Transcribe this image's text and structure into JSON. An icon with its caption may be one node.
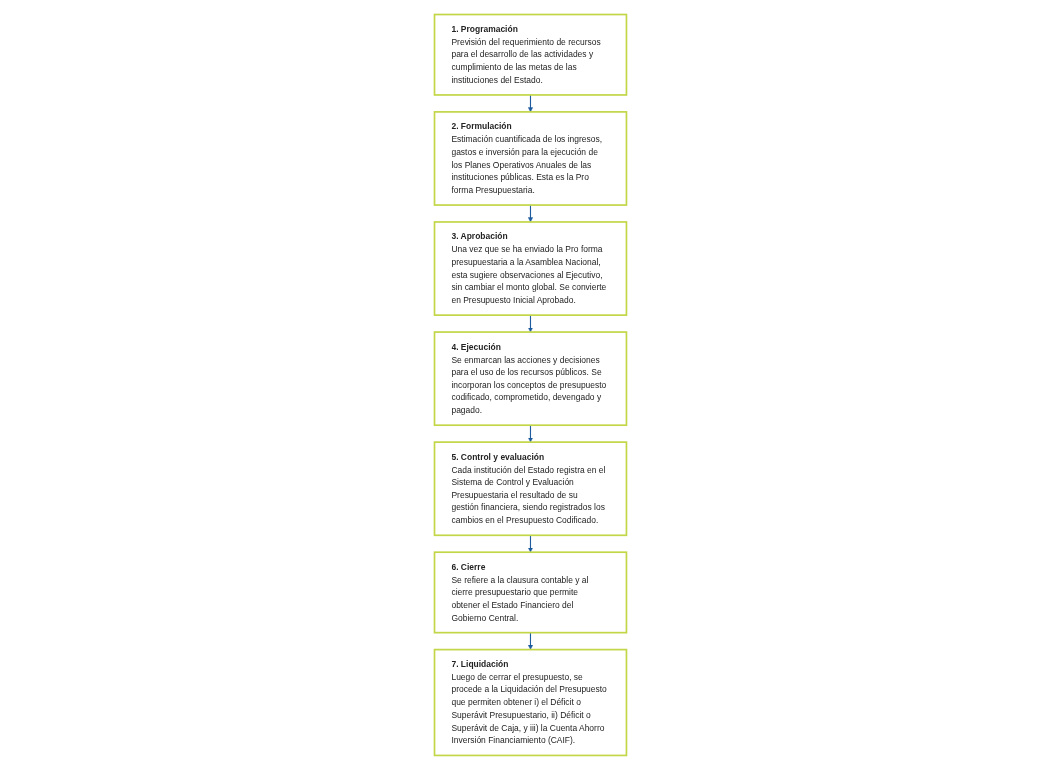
{
  "diagram": {
    "nodes": [
      {
        "text": [
          "1. Programación",
          "Previsión del requerimiento de recursos para el desarrollo de las actividades y cumplimiento de las metas de las instituciones del Estado."
        ]
      },
      {
        "text": [
          "2. Formulación",
          "Estimación cuantificada de los ingresos, gastos e inversión para la ejecución de los Planes Operativos Anuales de las instituciones públicas. Esta es la Pro forma Presupuestaria."
        ]
      },
      {
        "text": [
          "3. Aprobación",
          "Una vez que se ha enviado la Pro forma presupuestaria a la Asamblea Nacional, esta sugiere observaciones al Ejecutivo, sin cambiar el monto global. Se convierte en Presupuesto Inicial Aprobado."
        ]
      },
      {
        "text": [
          "4. Ejecución",
          "Se enmarcan las acciones y decisiones para el uso de los recursos públicos. Se incorporan los conceptos de presupuesto codificado, comprometido, devengado y pagado."
        ]
      },
      {
        "text": [
          "5. Control y evaluación",
          "Cada institución del Estado registra en el Sistema de Control y Evaluación Presupuestaria el resultado de su gestión financiera, siendo registrados los cambios en el Presupuesto Codificado."
        ]
      },
      {
        "text": [
          "6. Cierre",
          "Se refiere a la clausura contable y al cierre presupuestario que permite obtener el Estado Financiero del Gobierno Central."
        ]
      },
      {
        "text": [
          "7. Liquidación",
          "Luego de cerrar el presupuesto, se procede a la Liquidación del Presupuesto que permiten obtener i) el Déficit o Superávit Presupuestario, ii) Déficit o Superávit de Caja, y iii) la Cuenta Ahorro Inversión Financiamiento (CAIF)."
        ]
      }
    ],
    "edges": [
      {
        "from": 0,
        "to": 1,
        "arrow": "to"
      },
      {
        "from": 1,
        "to": 2,
        "arrow": "to"
      },
      {
        "from": 2,
        "to": 3,
        "arrow": "to"
      },
      {
        "from": 3,
        "to": 4,
        "arrow": "to"
      },
      {
        "from": 4,
        "to": 5,
        "arrow": "to"
      },
      {
        "from": 5,
        "to": 6,
        "arrow": "to"
      }
    ]
  }
}
